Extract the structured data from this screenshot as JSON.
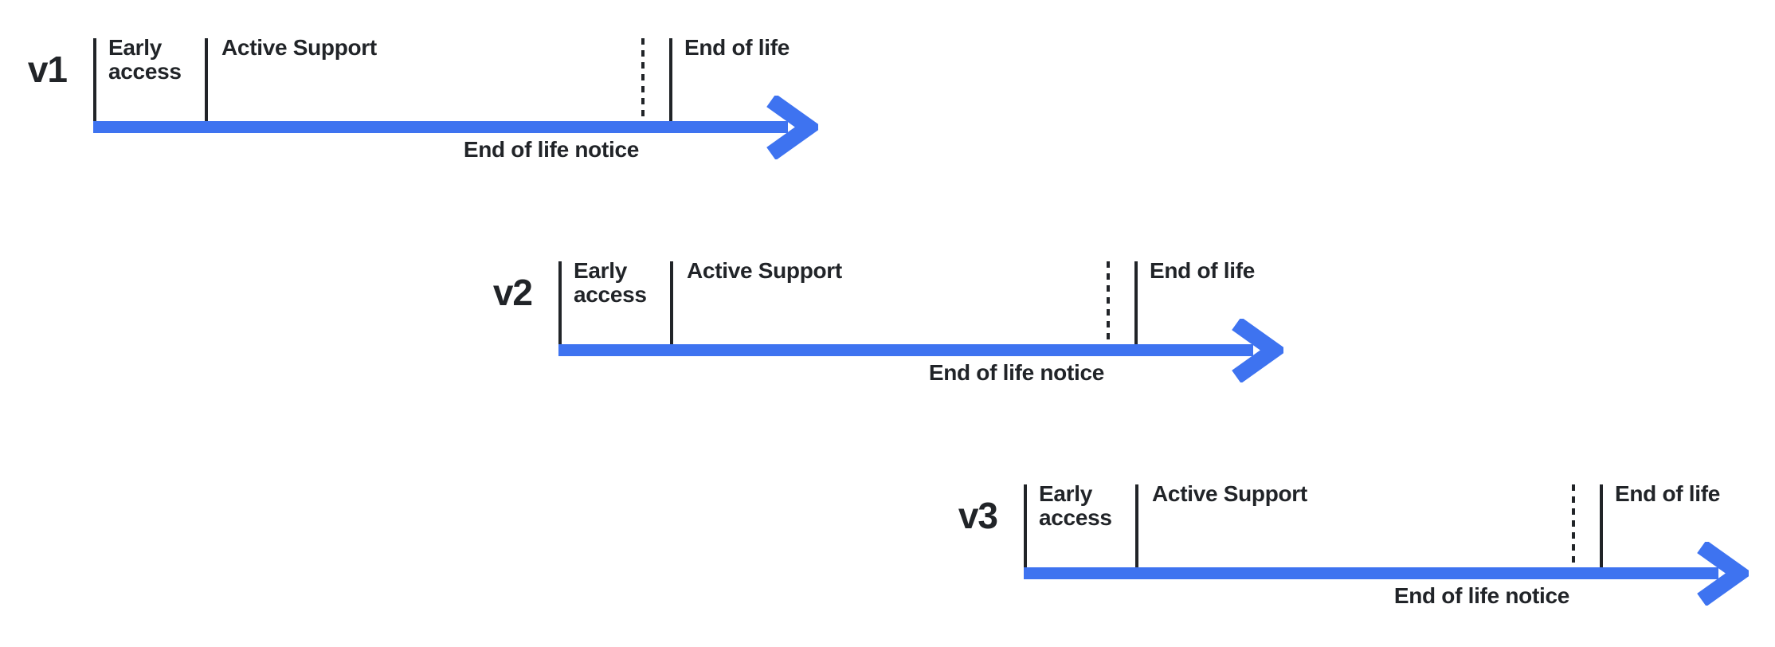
{
  "colors": {
    "arrow_blue": "#3E73F0",
    "ink": "#212428",
    "background": "#FFFFFF"
  },
  "timelines": [
    {
      "version": "v1",
      "early_access": "Early access",
      "active_support": "Active Support",
      "end_of_life": "End of life",
      "end_of_life_notice": "End of life notice"
    },
    {
      "version": "v2",
      "early_access": "Early access",
      "active_support": "Active Support",
      "end_of_life": "End of life",
      "end_of_life_notice": "End of life notice"
    },
    {
      "version": "v3",
      "early_access": "Early access",
      "active_support": "Active Support",
      "end_of_life": "End of life",
      "end_of_life_notice": "End of life notice"
    }
  ]
}
